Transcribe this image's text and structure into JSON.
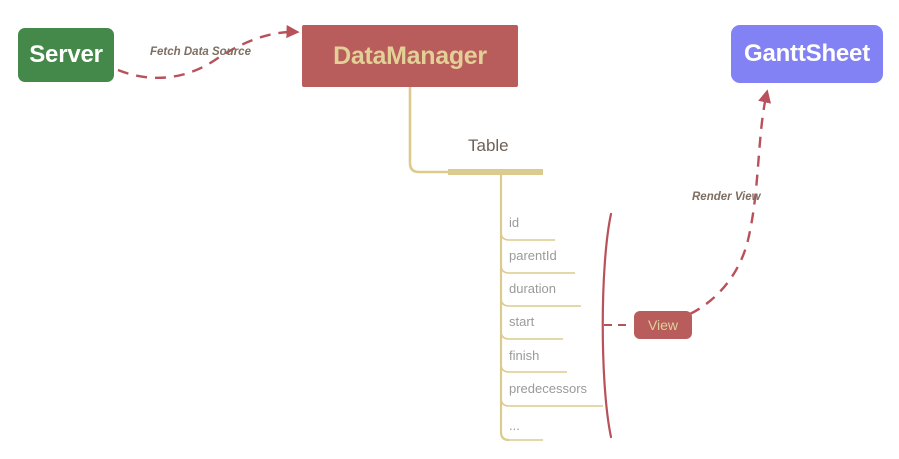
{
  "diagram": {
    "title": "DataManager Table View flow",
    "background": "#ffffff",
    "nodes": {
      "server": {
        "label": "Server",
        "fill": "#45894a",
        "text_color": "#ffffff"
      },
      "data_manager": {
        "label": "DataManager",
        "fill": "#b85c5c",
        "text_color": "#e2d096"
      },
      "gantt_sheet": {
        "label": "GanttSheet",
        "fill": "#8282f5",
        "text_color": "#ffffff"
      },
      "view": {
        "label": "View",
        "fill": "#b85c5c",
        "text_color": "#ded09a"
      }
    },
    "branch": {
      "table_label": "Table",
      "line_color": "#dccb8e",
      "fields": [
        {
          "label": "id",
          "underline_width": 46
        },
        {
          "label": "parentId",
          "underline_width": 66
        },
        {
          "label": "duration",
          "underline_width": 72
        },
        {
          "label": "start",
          "underline_width": 54
        },
        {
          "label": "finish",
          "underline_width": 58
        },
        {
          "label": "predecessors",
          "underline_width": 94
        },
        {
          "label": "...",
          "underline_width": 34
        }
      ]
    },
    "edges": [
      {
        "id": "fetch",
        "label": "Fetch Data Source",
        "from": "server",
        "to": "data_manager",
        "style": "dashed",
        "color": "#b8515a"
      },
      {
        "id": "render",
        "label": "Render View",
        "from": "view",
        "to": "gantt_sheet",
        "style": "dashed",
        "color": "#b8515a"
      }
    ],
    "brace": {
      "color": "#b8515a"
    }
  }
}
